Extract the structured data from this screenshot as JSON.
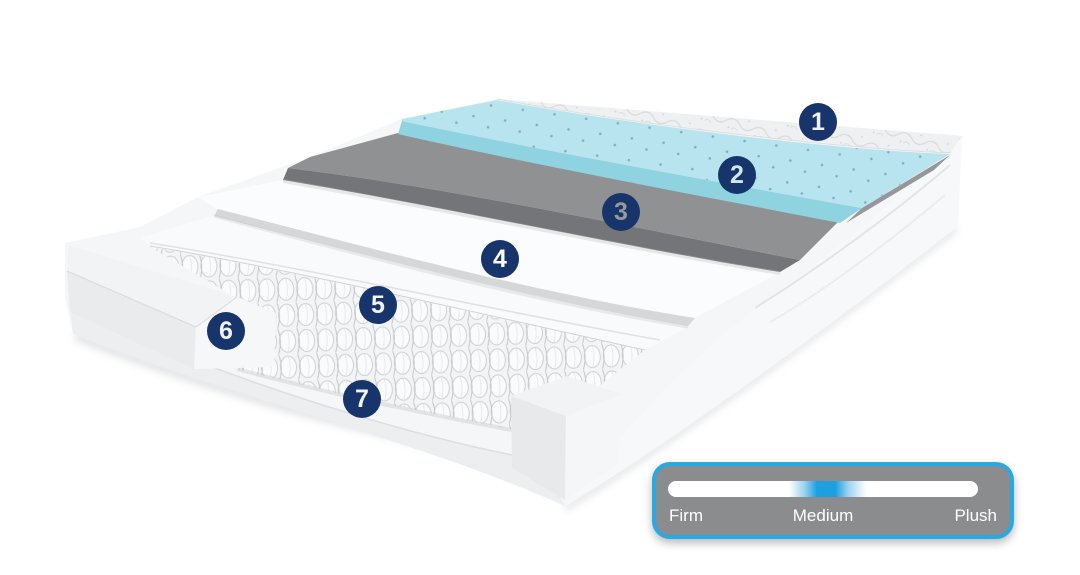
{
  "diagram": {
    "description": "Mattress cutaway diagram with seven numbered layers",
    "badges": [
      {
        "number": "1"
      },
      {
        "number": "2"
      },
      {
        "number": "3"
      },
      {
        "number": "4"
      },
      {
        "number": "5"
      },
      {
        "number": "6"
      },
      {
        "number": "7"
      }
    ],
    "badge_color": "#17356b",
    "layer_colors": {
      "quilted_cover": "#eef0f2",
      "gel_foam_top": "#b7e4ee",
      "gel_foam_side": "#8fd2e0",
      "gray_foam_top": "#8f9193",
      "gray_foam_side": "#747578",
      "transition_layer": "#fbfcfd",
      "coils": "#f2f4f5",
      "edge_support": "#f1f3f4",
      "base": "#f5f6f8"
    }
  },
  "firmness_scale": {
    "labels": {
      "left": "Firm",
      "center": "Medium",
      "right": "Plush"
    },
    "selected": "Medium",
    "panel_color": "#8b8c8e",
    "border_color": "#29a8e2",
    "indicator_color": "#1e9fe0",
    "track_color": "#ffffff",
    "label_color": "#ffffff"
  }
}
